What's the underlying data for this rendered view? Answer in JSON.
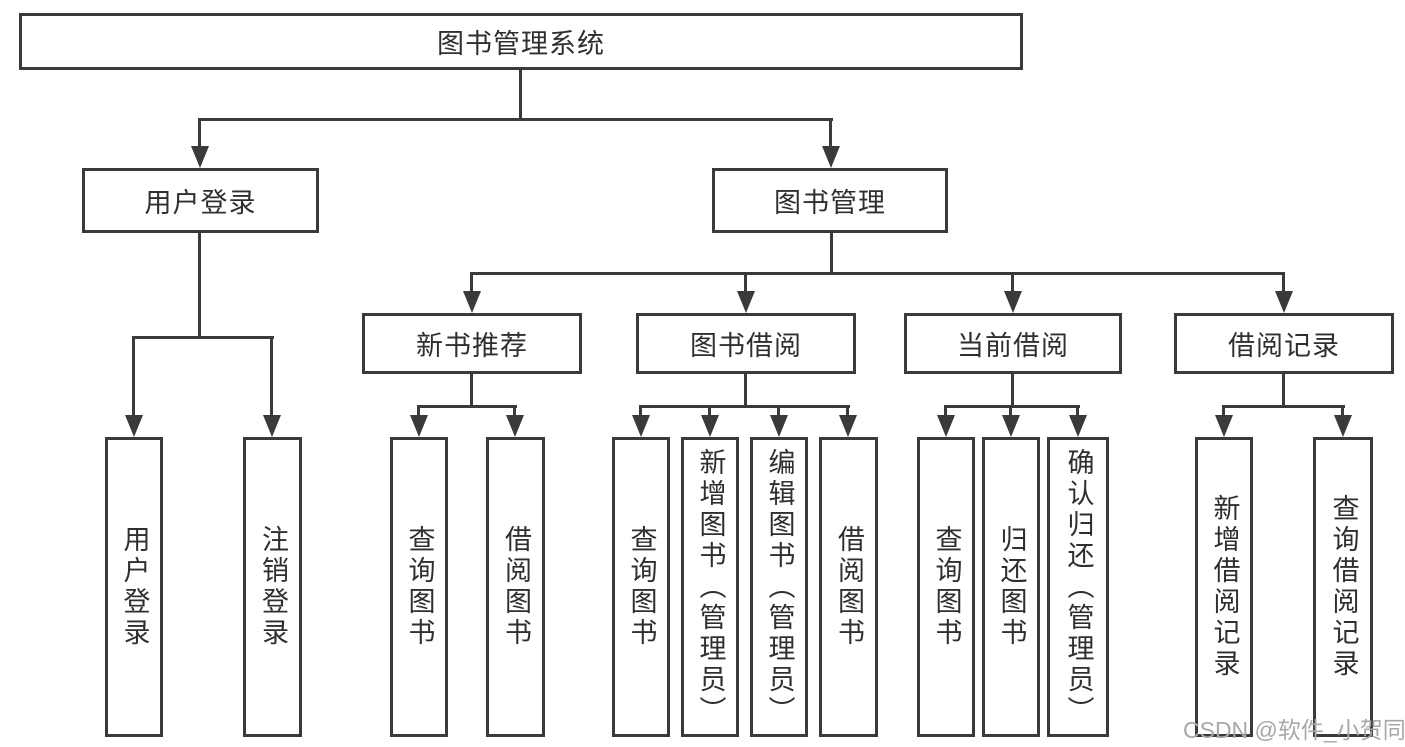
{
  "diagram": {
    "tree": {
      "label": "图书管理系统",
      "children": [
        {
          "label": "用户登录",
          "children": [
            {
              "label": "用户登录"
            },
            {
              "label": "注销登录"
            }
          ]
        },
        {
          "label": "图书管理",
          "children": [
            {
              "label": "新书推荐",
              "children": [
                {
                  "label": "查询图书"
                },
                {
                  "label": "借阅图书"
                }
              ]
            },
            {
              "label": "图书借阅",
              "children": [
                {
                  "label": "查询图书"
                },
                {
                  "label": "新增图书（管理员）"
                },
                {
                  "label": "编辑图书（管理员）"
                },
                {
                  "label": "借阅图书"
                }
              ]
            },
            {
              "label": "当前借阅",
              "children": [
                {
                  "label": "查询图书"
                },
                {
                  "label": "归还图书"
                },
                {
                  "label": "确认归还（管理员）"
                }
              ]
            },
            {
              "label": "借阅记录",
              "children": [
                {
                  "label": "新增借阅记录"
                },
                {
                  "label": "查询借阅记录"
                }
              ]
            }
          ]
        }
      ]
    },
    "watermark": "CSDN @软件_小贺同学",
    "colors": {
      "line": "#3a3a3a",
      "text": "#2f2f2f",
      "watermark": "#a8a8a8",
      "background": "#ffffff"
    }
  }
}
